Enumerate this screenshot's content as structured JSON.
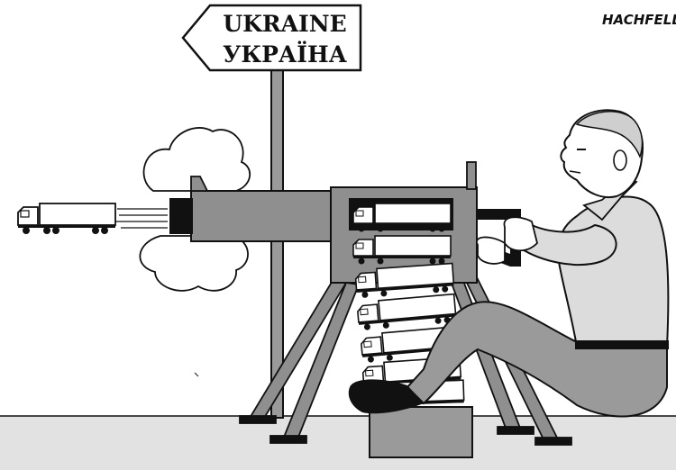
{
  "sign": {
    "line1": "UKRAINE",
    "line2": "УКРАЇНА"
  },
  "signature": "HACHFELD",
  "colors": {
    "ink": "#111111",
    "gun_gray": "#8f8f8f",
    "shirt_gray": "#dcdcdc",
    "pants_gray": "#9a9a9a",
    "ground_gray": "#e2e2e2",
    "truck_white": "#ffffff"
  }
}
